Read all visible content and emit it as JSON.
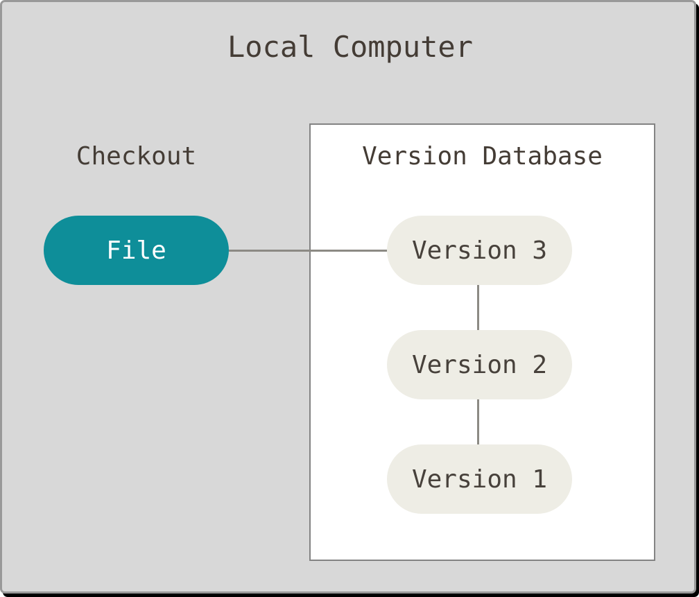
{
  "diagram": {
    "title": "Local Computer",
    "checkout_label": "Checkout",
    "file_node": {
      "label": "File"
    },
    "version_database": {
      "title": "Version Database",
      "versions": [
        {
          "label": "Version 3"
        },
        {
          "label": "Version 2"
        },
        {
          "label": "Version 1"
        }
      ]
    },
    "connections": [
      {
        "from": "File",
        "to": "Version 3"
      },
      {
        "from": "Version 3",
        "to": "Version 2"
      },
      {
        "from": "Version 2",
        "to": "Version 1"
      }
    ],
    "colors": {
      "panel_background": "#d8d8d8",
      "panel_border": "#999999",
      "panel_shadow": "#000000",
      "file_node_fill": "#0e8e99",
      "file_node_text": "#ffffff",
      "version_node_fill": "#eeede5",
      "version_node_text": "#47413b",
      "database_box_fill": "#ffffff",
      "database_box_border": "#838383",
      "connector": "#8c8a84",
      "heading_text": "#443c35"
    }
  }
}
